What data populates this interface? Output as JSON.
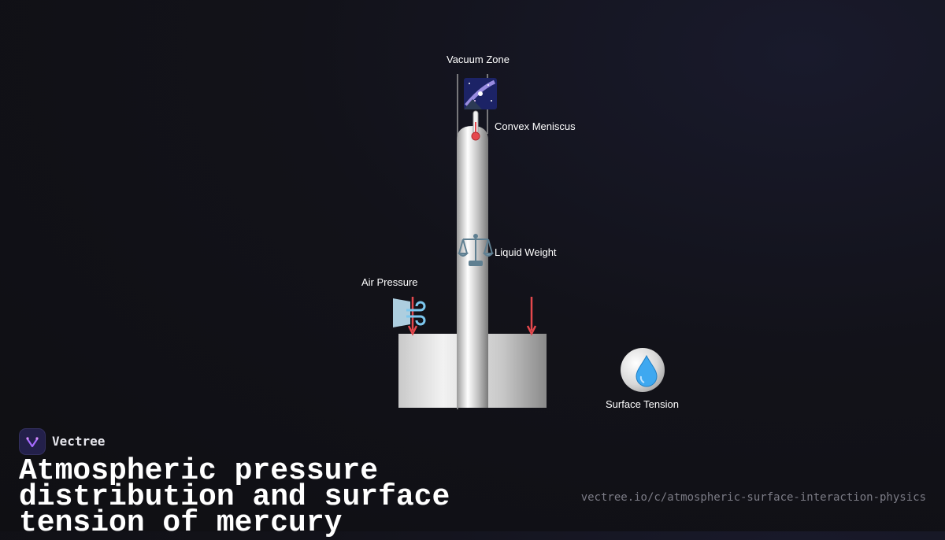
{
  "diagram": {
    "labels": {
      "vacuum_zone": "Vacuum Zone",
      "convex_meniscus": "Convex Meniscus",
      "liquid_weight": "Liquid Weight",
      "air_pressure": "Air Pressure",
      "surface_tension": "Surface Tension"
    },
    "icons": {
      "vacuum": "galaxy-icon",
      "meniscus": "thermometer-icon",
      "weight": "balance-scale-icon",
      "air": "wind-icon",
      "tension": "droplet-icon"
    },
    "colors": {
      "arrow": "#e5484d",
      "mercury_light": "#f2f2f2",
      "mercury_dark": "#8c8c8c",
      "tube_wall": "#9a9a9a"
    }
  },
  "footer": {
    "brand": "Vectree",
    "title": "Atmospheric pressure distribution and surface tension of mercury",
    "url": "vectree.io/c/atmospheric-surface-interaction-physics"
  }
}
